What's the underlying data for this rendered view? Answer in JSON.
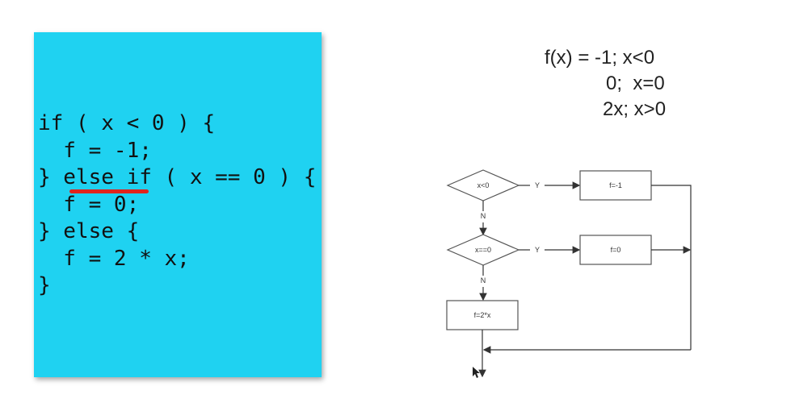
{
  "code": {
    "lines": [
      "if ( x < 0 ) {",
      "  f = -1;",
      "} else if ( x == 0 ) {",
      "  f = 0;",
      "} else {",
      "  f = 2 * x;",
      "}"
    ],
    "panel_color": "#1fd2f1",
    "highlight_color": "#e0241c"
  },
  "formula": {
    "line1": "f(x) = -1; x<0",
    "line2": "0;  x=0",
    "line3": "2x; x>0"
  },
  "flowchart": {
    "decision1": "x<0",
    "decision2": "x==0",
    "action1": "f=-1",
    "action2": "f=0",
    "action3": "f=2*x",
    "yes_label": "Y",
    "no_label": "N"
  }
}
